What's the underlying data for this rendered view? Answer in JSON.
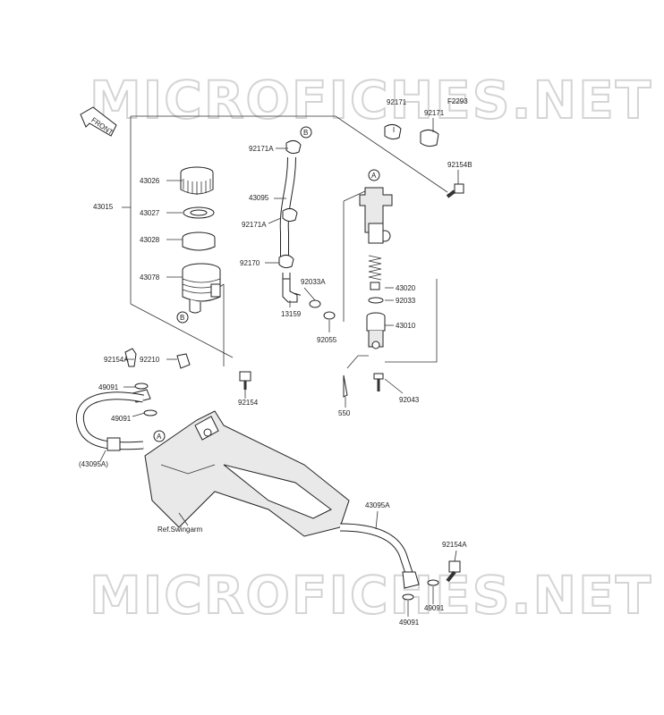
{
  "watermark": "MICROFICHES.NET",
  "front_label": "FRONT",
  "ref_label": "Ref.Swingarm",
  "markers": {
    "a": "A",
    "b": "B"
  },
  "parts": {
    "p92171_1": "92171",
    "p92171_2": "92171",
    "pF2293": "F2293",
    "p92154B": "92154B",
    "p92171A_top": "92171A",
    "p43026": "43026",
    "p43015": "43015",
    "p43095": "43095",
    "p43027": "43027",
    "p92171A_mid": "92171A",
    "p43028": "43028",
    "p92170": "92170",
    "p43078": "43078",
    "p92033A": "92033A",
    "p43020": "43020",
    "p92033": "92033",
    "p13159": "13159",
    "p43010": "43010",
    "p92055": "92055",
    "p92154A_left": "92154A",
    "p92210": "92210",
    "p49091_a": "49091",
    "p92154": "92154",
    "p92043": "92043",
    "p49091_b": "49091",
    "p550": "550",
    "p43095A_paren": "(43095A)",
    "p43095A": "43095A",
    "p92154A_right": "92154A",
    "p49091_c": "49091",
    "p49091_d": "49091"
  }
}
